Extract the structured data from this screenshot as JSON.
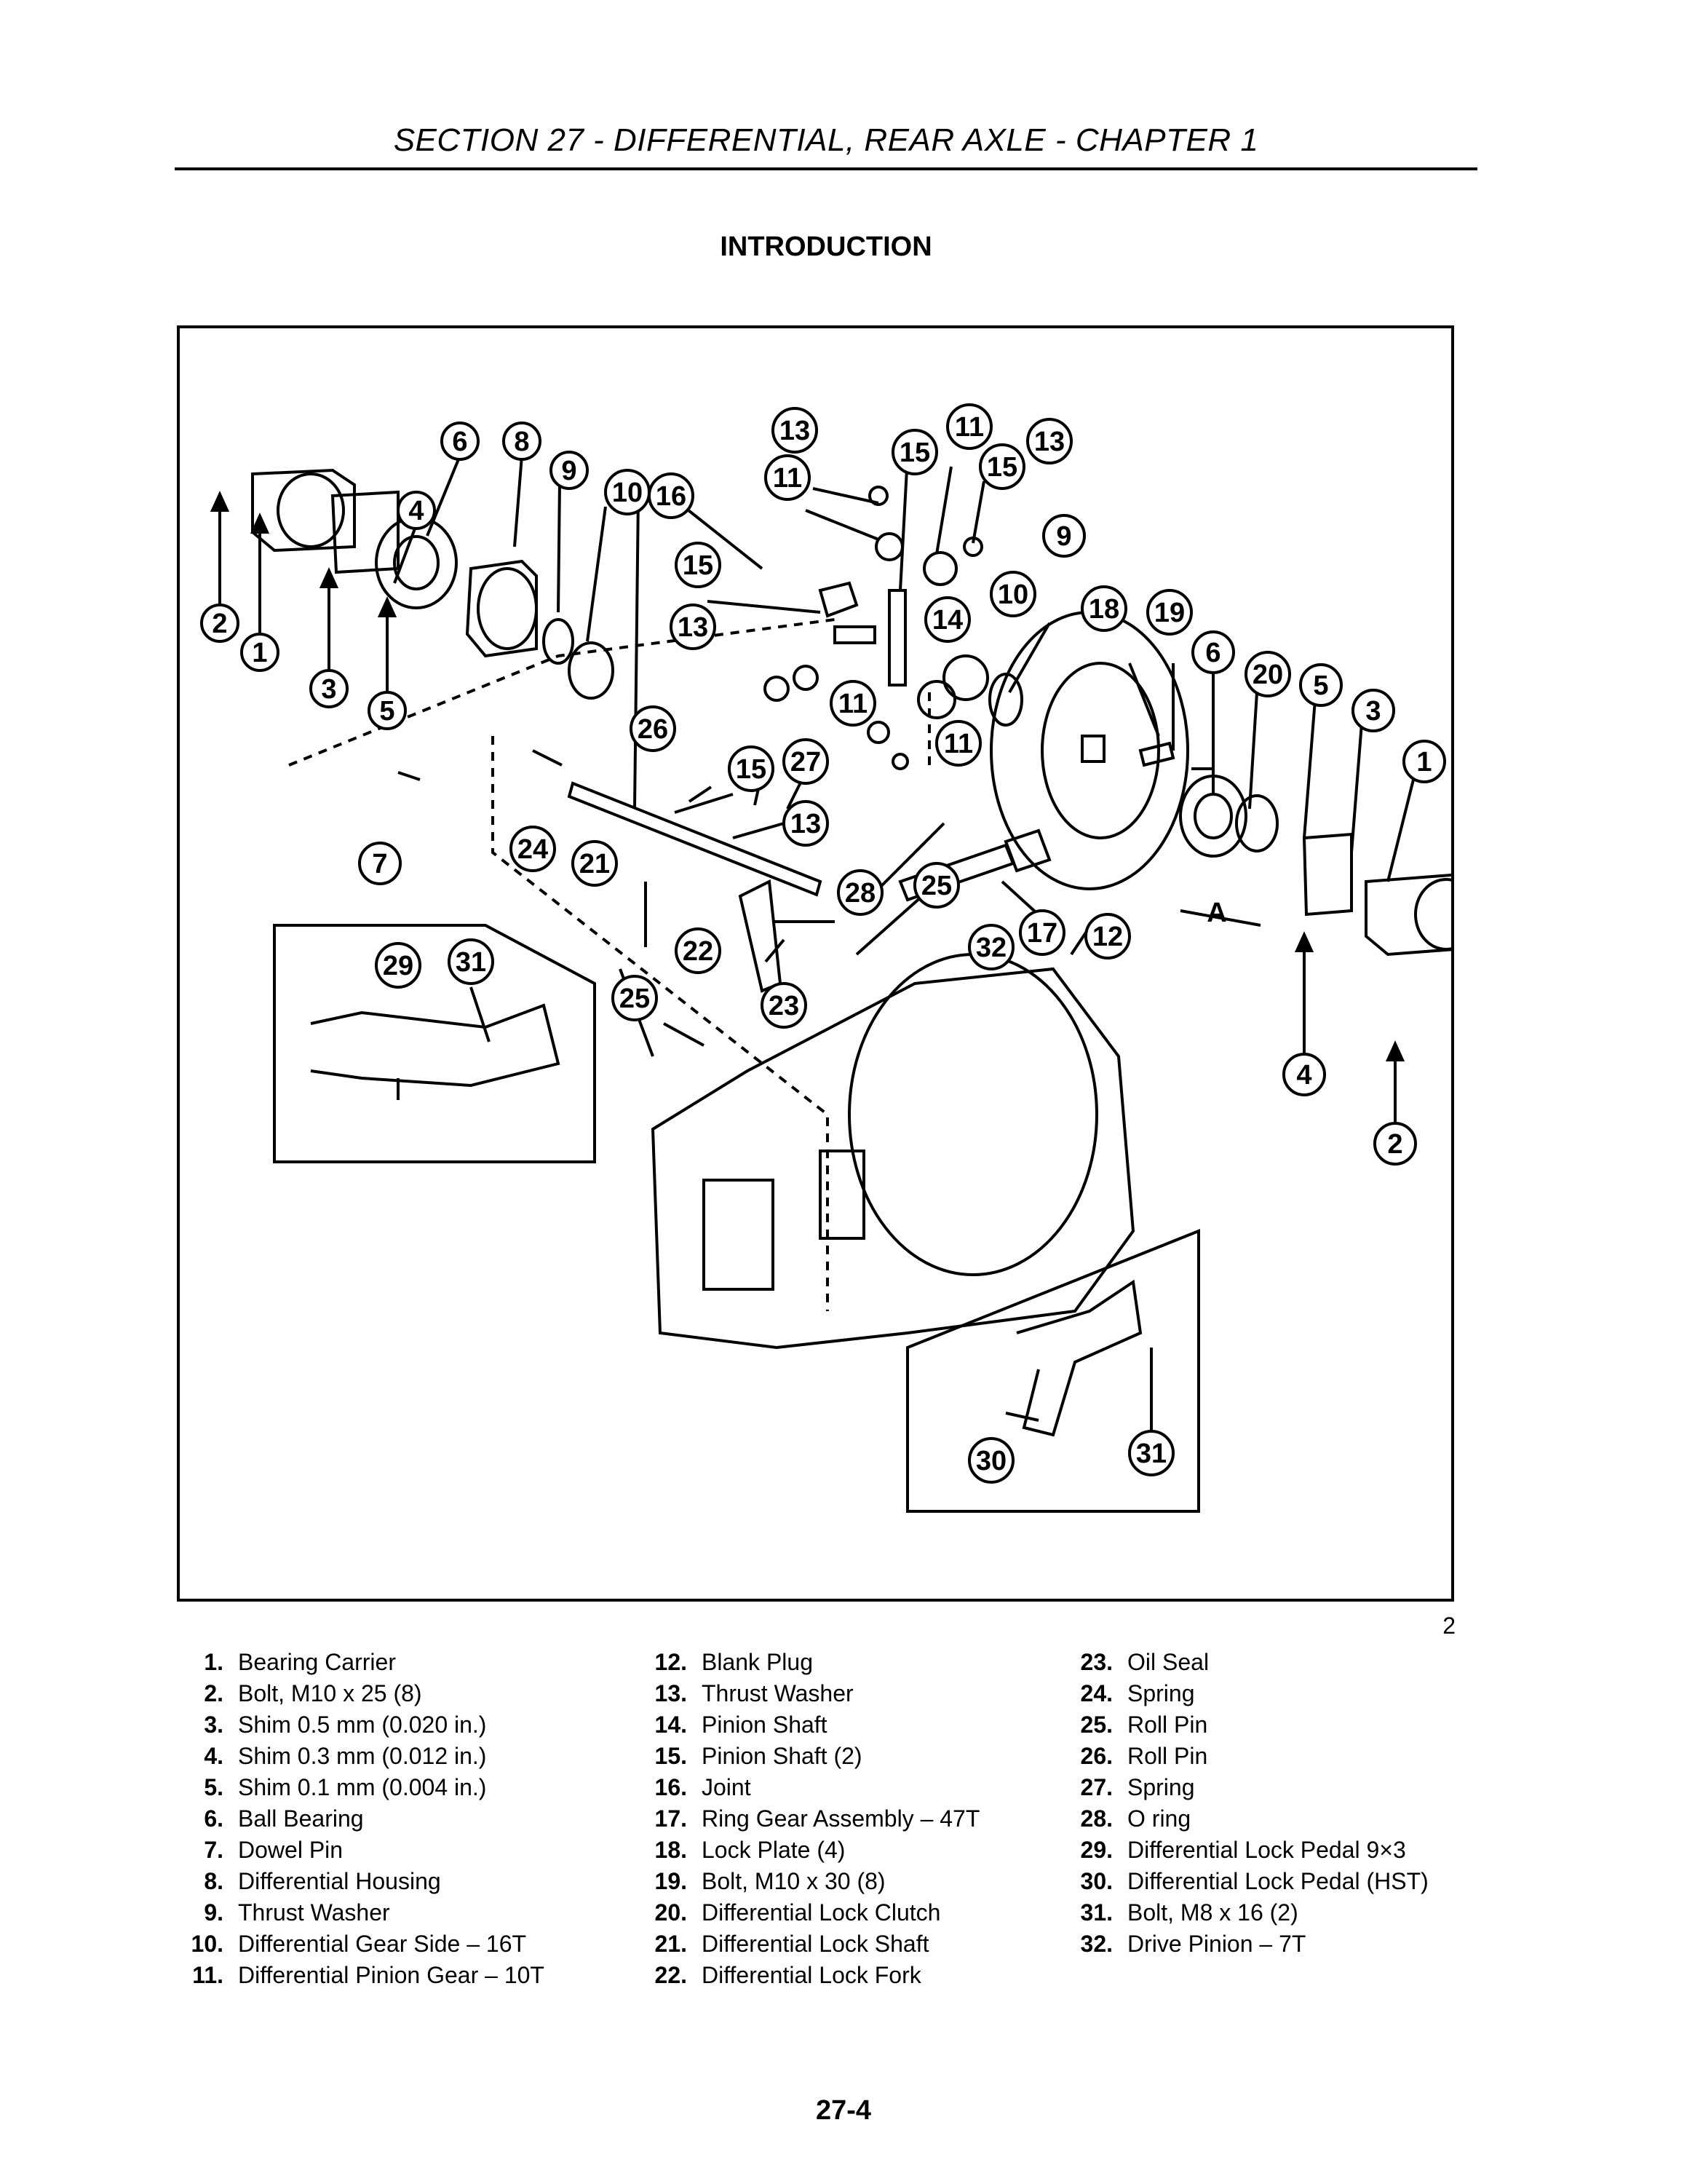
{
  "header": {
    "title": "SECTION 27 - DIFFERENTIAL, REAR AXLE - CHAPTER 1"
  },
  "section_heading": "INTRODUCTION",
  "figure": {
    "number": "2",
    "view_marker": "A",
    "callouts": [
      "1",
      "2",
      "3",
      "4",
      "5",
      "6",
      "7",
      "8",
      "9",
      "10",
      "11",
      "12",
      "13",
      "14",
      "15",
      "16",
      "17",
      "18",
      "19",
      "20",
      "21",
      "22",
      "23",
      "24",
      "25",
      "26",
      "27",
      "28",
      "29",
      "30",
      "31",
      "32"
    ]
  },
  "legend": {
    "column1": [
      {
        "num": "1.",
        "text": "Bearing Carrier"
      },
      {
        "num": "2.",
        "text": "Bolt, M10 x 25 (8)"
      },
      {
        "num": "3.",
        "text": "Shim 0.5 mm (0.020 in.)"
      },
      {
        "num": "4.",
        "text": "Shim 0.3 mm (0.012 in.)"
      },
      {
        "num": "5.",
        "text": "Shim 0.1 mm (0.004 in.)"
      },
      {
        "num": "6.",
        "text": "Ball Bearing"
      },
      {
        "num": "7.",
        "text": "Dowel Pin"
      },
      {
        "num": "8.",
        "text": "Differential Housing"
      },
      {
        "num": "9.",
        "text": "Thrust Washer"
      },
      {
        "num": "10.",
        "text": "Differential Gear Side – 16T"
      },
      {
        "num": "11.",
        "text": "Differential Pinion Gear – 10T"
      }
    ],
    "column2": [
      {
        "num": "12.",
        "text": "Blank Plug"
      },
      {
        "num": "13.",
        "text": "Thrust Washer"
      },
      {
        "num": "14.",
        "text": "Pinion Shaft"
      },
      {
        "num": "15.",
        "text": "Pinion Shaft (2)"
      },
      {
        "num": "16.",
        "text": "Joint"
      },
      {
        "num": "17.",
        "text": "Ring Gear Assembly – 47T"
      },
      {
        "num": "18.",
        "text": "Lock Plate (4)"
      },
      {
        "num": "19.",
        "text": "Bolt, M10 x 30 (8)"
      },
      {
        "num": "20.",
        "text": "Differential Lock Clutch"
      },
      {
        "num": "21.",
        "text": "Differential Lock Shaft"
      },
      {
        "num": "22.",
        "text": "Differential Lock Fork"
      }
    ],
    "column3": [
      {
        "num": "23.",
        "text": "Oil Seal"
      },
      {
        "num": "24.",
        "text": "Spring"
      },
      {
        "num": "25.",
        "text": "Roll Pin"
      },
      {
        "num": "26.",
        "text": "Roll Pin"
      },
      {
        "num": "27.",
        "text": "Spring"
      },
      {
        "num": "28.",
        "text": "O ring"
      },
      {
        "num": "29.",
        "text": "Differential Lock Pedal 9×3"
      },
      {
        "num": "30.",
        "text": "Differential Lock Pedal (HST)"
      },
      {
        "num": "31.",
        "text": "Bolt, M8 x 16 (2)"
      },
      {
        "num": "32.",
        "text": "Drive Pinion – 7T"
      }
    ]
  },
  "footer": {
    "page_number": "27-4"
  }
}
